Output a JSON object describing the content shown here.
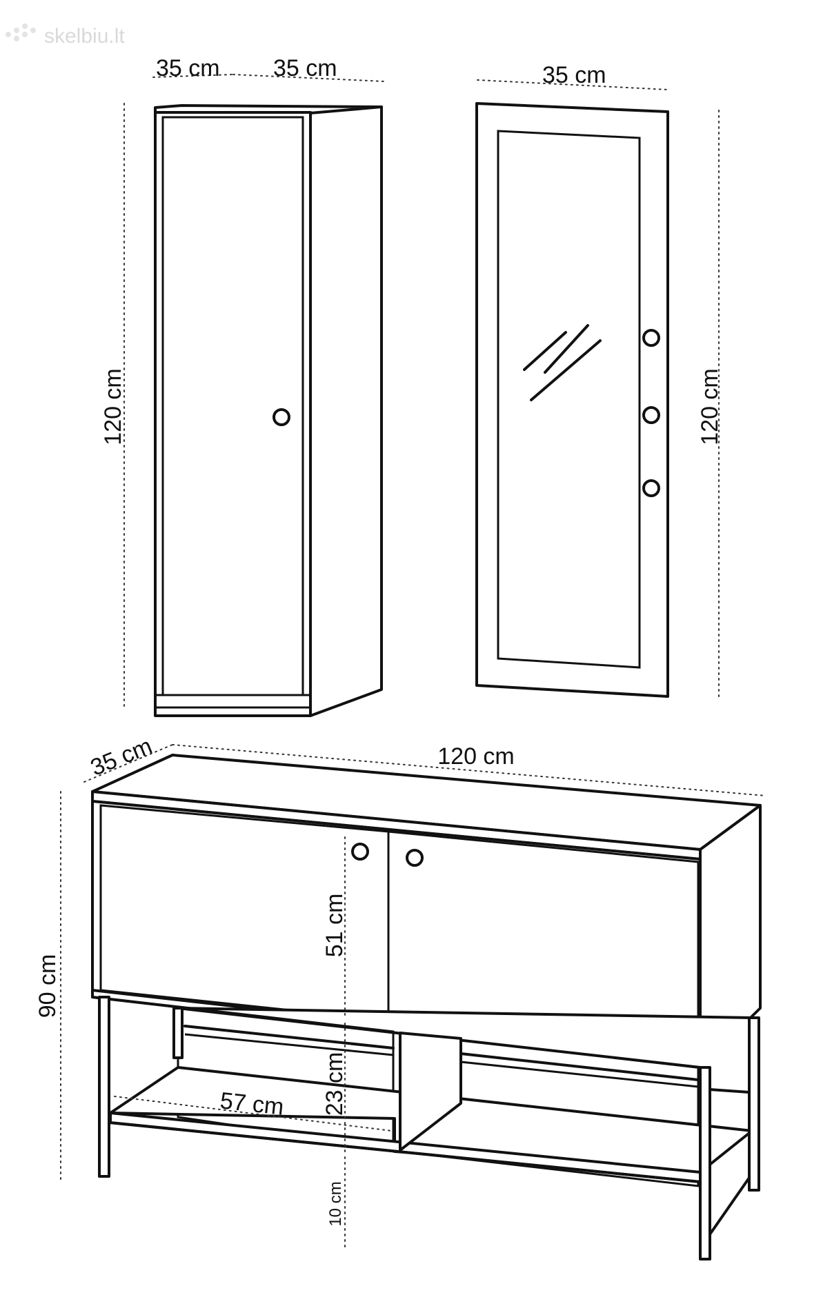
{
  "watermark": "skelbiu.lt",
  "colors": {
    "ink": "#111111",
    "background": "#ffffff",
    "watermark": "#d9d9d9"
  },
  "labels": {
    "cabinet_depth": "35 cm",
    "cabinet_width": "35 cm",
    "cabinet_height": "120 cm",
    "mirror_width": "35 cm",
    "mirror_height": "120 cm",
    "console_depth": "35 cm",
    "console_width": "120 cm",
    "console_height": "90 cm",
    "door_height": "51 cm",
    "shelf_gap": "23 cm",
    "shelf_width": "57 cm",
    "leg_clearance": "10 cm"
  }
}
